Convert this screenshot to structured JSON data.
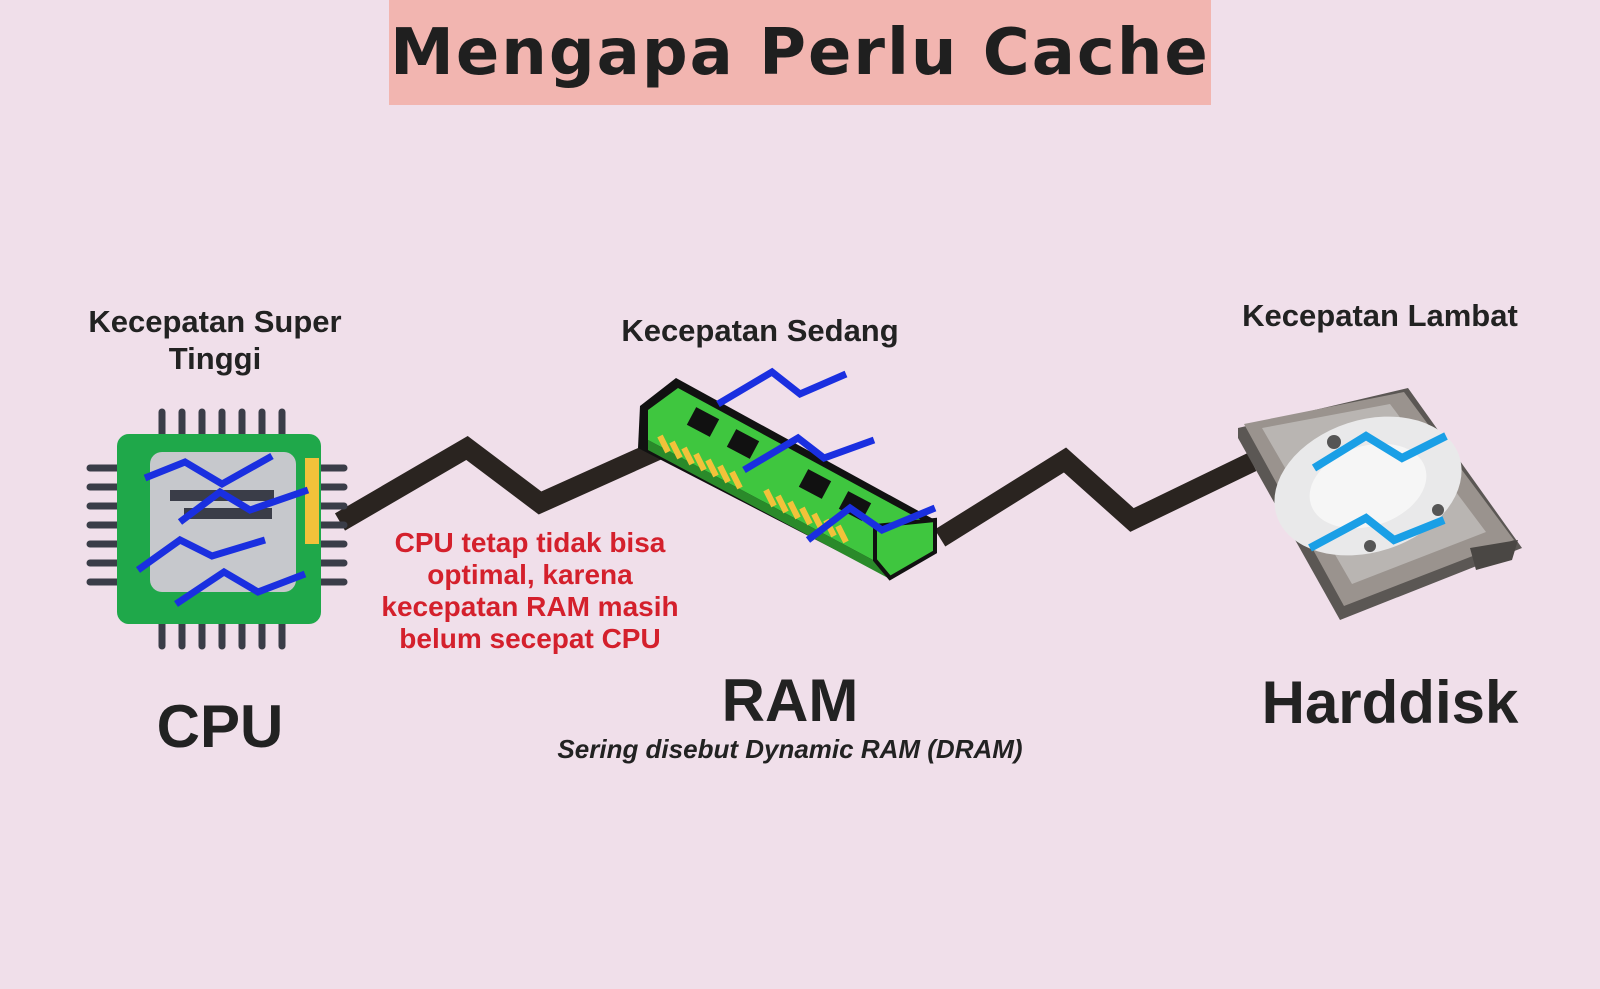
{
  "title": "Mengapa Perlu Cache",
  "cpu": {
    "speed_label": "Kecepatan Super Tinggi",
    "name": "CPU",
    "icon": "cpu-chip-icon"
  },
  "ram": {
    "speed_label": "Kecepatan Sedang",
    "name": "RAM",
    "subtitle": "Sering disebut Dynamic RAM (DRAM)",
    "icon": "ram-module-icon"
  },
  "harddisk": {
    "speed_label": "Kecepatan Lambat",
    "name": "Harddisk",
    "icon": "harddisk-icon"
  },
  "note": "CPU tetap tidak bisa optimal, karena kecepatan RAM masih belum secepat CPU",
  "colors": {
    "background": "#f0dfea",
    "title_banner": "#f2b5b0",
    "note_text": "#d4202c",
    "connector": "#2a2420",
    "cpu_board": "#1fa84a",
    "ram_board": "#3fc63f",
    "signal_blue": "#1a2fe0",
    "signal_light_blue": "#1a9fe6"
  }
}
